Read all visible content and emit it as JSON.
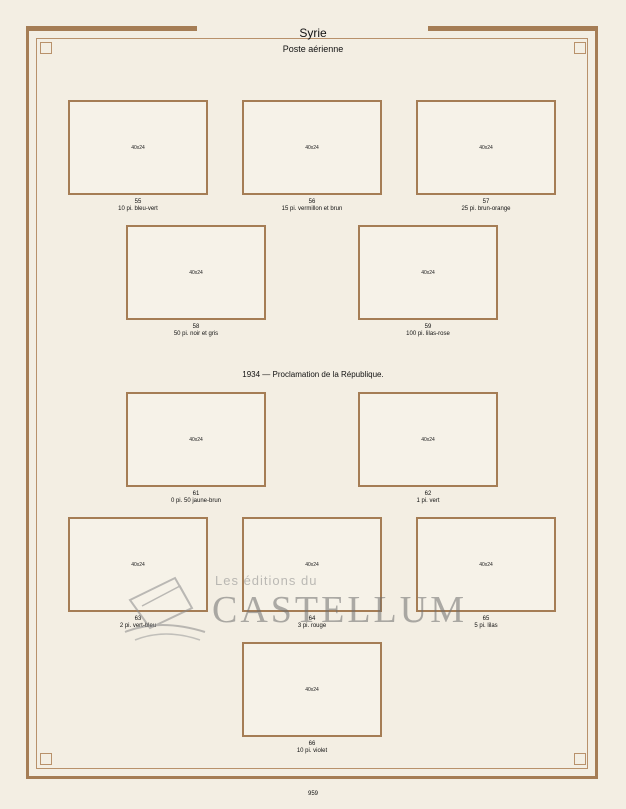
{
  "header": {
    "title": "Syrie",
    "subtitle": "Poste aérienne"
  },
  "section": {
    "heading": "1934 — Proclamation de la République."
  },
  "slots": [
    {
      "size": "40x24",
      "number": "55",
      "description": "10 pi. bleu-vert"
    },
    {
      "size": "40x24",
      "number": "56",
      "description": "15 pi. vermillon et brun"
    },
    {
      "size": "40x24",
      "number": "57",
      "description": "25 pi. brun-orange"
    },
    {
      "size": "40x24",
      "number": "58",
      "description": "50 pi. noir et gris"
    },
    {
      "size": "40x24",
      "number": "59",
      "description": "100 pi. lilas-rose"
    },
    {
      "size": "40x24",
      "number": "61",
      "description": "0 pi. 50 jaune-brun"
    },
    {
      "size": "40x24",
      "number": "62",
      "description": "1 pi. vert"
    },
    {
      "size": "40x24",
      "number": "63",
      "description": "2 pi. vert-bleu"
    },
    {
      "size": "40x24",
      "number": "64",
      "description": "3 pi. rouge"
    },
    {
      "size": "40x24",
      "number": "65",
      "description": "5 pi. lilas"
    },
    {
      "size": "40x24",
      "number": "66",
      "description": "10 pi. violet"
    }
  ],
  "watermark": {
    "line1": "Les éditions du",
    "line2": "CASTELLUM"
  },
  "footer": {
    "page_number": "959"
  },
  "colors": {
    "frame": "#a57d55",
    "paper": "#f3eee3"
  }
}
